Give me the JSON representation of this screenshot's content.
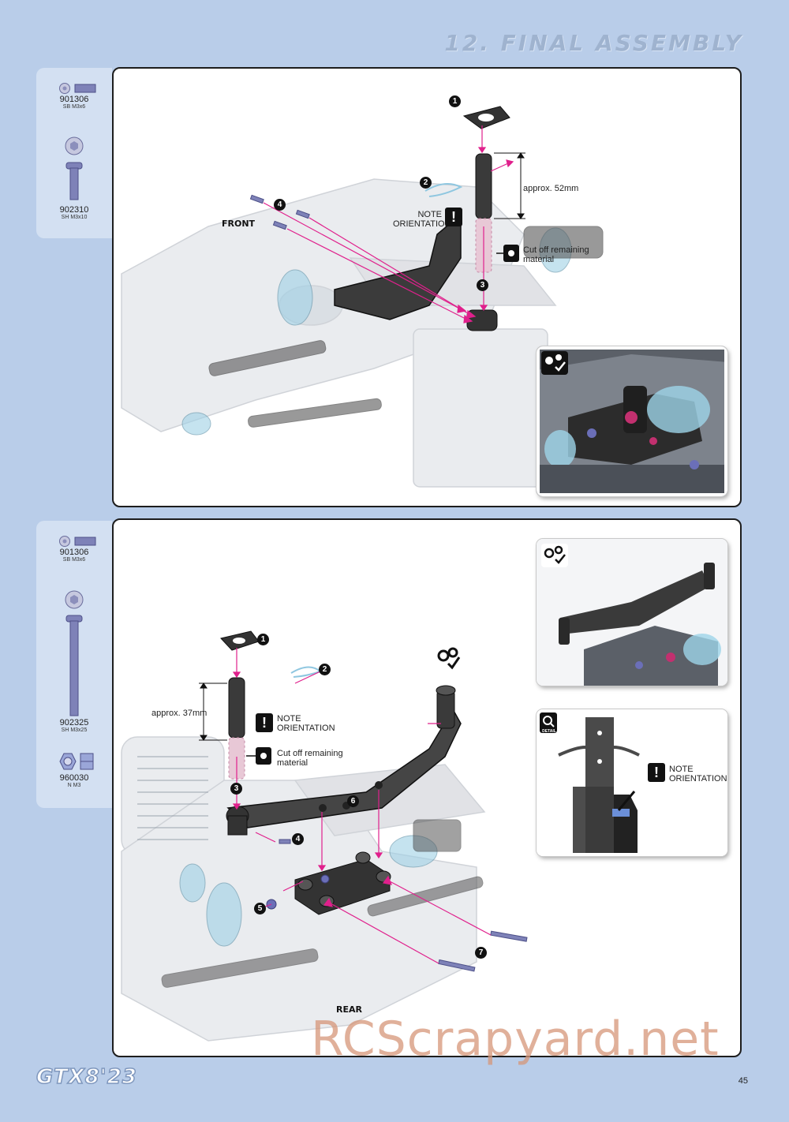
{
  "header": {
    "title": "12. FINAL ASSEMBLY"
  },
  "top_section": {
    "parts": [
      {
        "number": "901306",
        "desc": "SB M3x6",
        "icon": "short-screw-icon"
      },
      {
        "number": "902310",
        "desc": "SH M3x10",
        "icon": "button-screw-icon"
      }
    ],
    "direction_label": "FRONT",
    "steps": [
      "1",
      "2",
      "3",
      "4"
    ],
    "measurement": "approx. 52mm",
    "note": "NOTE\nORIENTATION",
    "cut_note": "Cut off remaining\nmaterial",
    "inset_icon": "settings-check-icon"
  },
  "bottom_section": {
    "parts": [
      {
        "number": "901306",
        "desc": "SB M3x6",
        "icon": "short-screw-icon"
      },
      {
        "number": "902325",
        "desc": "SH M3x25",
        "icon": "long-screw-icon"
      },
      {
        "number": "960030",
        "desc": "N M3",
        "icon": "nut-icon"
      }
    ],
    "direction_label": "REAR",
    "steps": [
      "1",
      "2",
      "3",
      "4",
      "5",
      "6",
      "7"
    ],
    "measurement": "approx. 37mm",
    "note": "NOTE\nORIENTATION",
    "cut_note": "Cut off remaining\nmaterial",
    "detail_badge": "DETAIL",
    "detail_note": "NOTE\nORIENTATION"
  },
  "footer": {
    "brand": "GTX8'23",
    "page_number": "45"
  },
  "watermark": "RCScrapyard.net",
  "colors": {
    "accent": "#e0208c",
    "background": "#b9cde9",
    "tab": "#d3e0f2"
  }
}
